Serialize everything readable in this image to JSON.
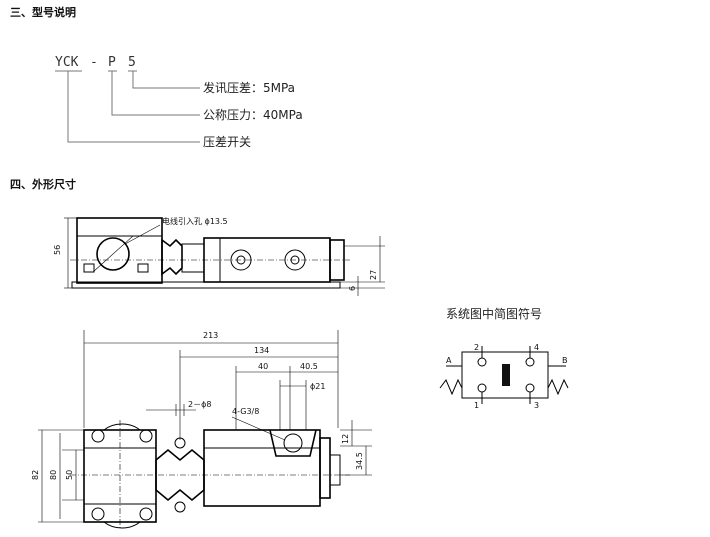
{
  "sections": {
    "model_title": "三、型号说明",
    "dimension_title": "四、外形尺寸"
  },
  "model": {
    "parts": [
      "YCK",
      "-",
      "P",
      "5"
    ],
    "labels": [
      "发讯压差：5MPa",
      "公称压力：40MPa",
      "压差开关"
    ]
  },
  "side_view": {
    "cable_label": "电线引入孔 ϕ13.5",
    "dims": {
      "height": "56",
      "right_height": "27",
      "base": "6"
    }
  },
  "top_view": {
    "dims": {
      "total": "213",
      "d134": "134",
      "d40": "40",
      "d40_5": "40.5",
      "phi21": "ϕ21",
      "phi8": "2－ϕ8",
      "thread": "4-G3/8",
      "d12": "12",
      "d34_5": "34.5",
      "d82": "82",
      "d80": "80",
      "d50": "50"
    }
  },
  "symbol": {
    "title": "系统图中简图符号",
    "ports": {
      "a": "A",
      "b": "B",
      "p1": "1",
      "p2": "2",
      "p3": "3",
      "p4": "4"
    }
  }
}
